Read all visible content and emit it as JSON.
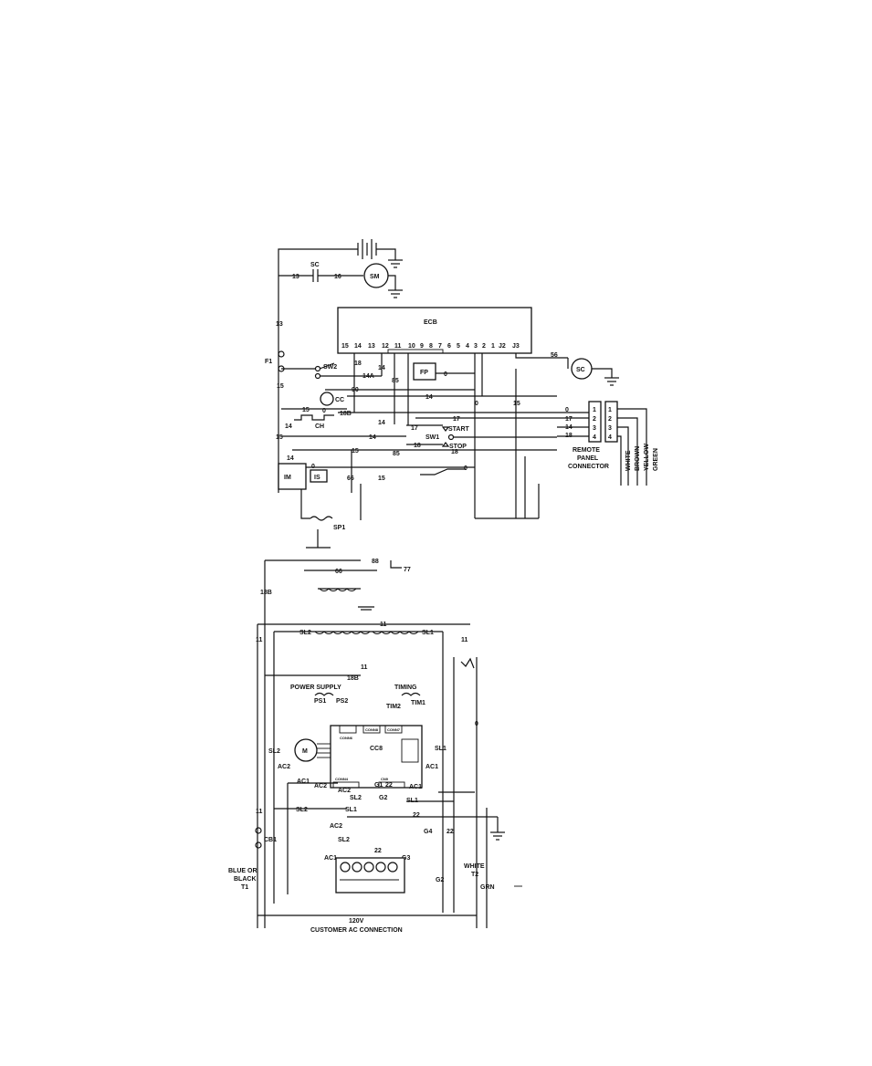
{
  "ecb": {
    "title": "ECB",
    "terminals": [
      "15",
      "14",
      "13",
      "12",
      "11",
      "10",
      "9",
      "8",
      "7",
      "6",
      "5",
      "4",
      "3",
      "2",
      "1",
      "J2",
      "J3"
    ]
  },
  "components": {
    "sc_top": "SC",
    "sm": "SM",
    "sc_right": "SC",
    "fp": "FP",
    "f1": "F1",
    "sw2": "SW2",
    "cc": "CC",
    "ch": "CH",
    "im": "IM",
    "is": "IS",
    "sp1": "SP1",
    "sw1": "SW1",
    "start": "START",
    "stop": "STOP",
    "cb1": "CB1",
    "m": "M",
    "ccb": "CC8",
    "power_supply": "POWER SUPPLY",
    "timing": "TIMING",
    "ps1": "PS1",
    "ps2": "PS2",
    "tim1": "TIM1",
    "tim2": "TIM2"
  },
  "wires": {
    "w13a": "13",
    "w16": "16",
    "w13b": "13",
    "w56": "56",
    "w15a": "15",
    "w18": "18",
    "w14a": "14",
    "w14A": "14A",
    "w85a": "85",
    "w0fp": "0",
    "w90": "90",
    "w14b": "14",
    "w0b": "0",
    "w15b": "15",
    "w15c": "15",
    "w0c": "0",
    "w18B": "18B",
    "w14c": "14",
    "w14d": "14",
    "w17a": "17",
    "w17b": "17",
    "w15d": "15",
    "w14e": "14",
    "w18a": "18",
    "w18b": "18",
    "w15e": "15",
    "w85b": "85",
    "w14f": "14",
    "w0d": "0",
    "w66": "66",
    "w15f": "15",
    "w0e": "0",
    "w88": "88",
    "w66b": "66",
    "w77": "77",
    "w18Bb": "18B",
    "r0": "0",
    "r17": "17",
    "r14": "14",
    "r18": "18"
  },
  "connector": {
    "pins_left": [
      "1",
      "2",
      "3",
      "4"
    ],
    "pins_right": [
      "1",
      "2",
      "3",
      "4"
    ],
    "label": [
      "REMOTE",
      "PANEL",
      "CONNECTOR"
    ],
    "colors": [
      "WHITE",
      "BROWN",
      "YELLOW",
      "GREEN"
    ]
  },
  "lower": {
    "w11a": "11",
    "w11b": "11",
    "w11c": "11",
    "sl2a": "SL2",
    "sl1a": "SL1",
    "w11d": "11",
    "w18Bc": "18B",
    "w11e": "11",
    "sl2b": "SL2",
    "sl1b": "SL1",
    "ac2a": "AC2",
    "ac1a": "AC1",
    "ac1b": "AC1",
    "ac2b": "AC2",
    "ac2c": "AC2",
    "g1": "G1",
    "w22a": "22",
    "ac1c": "AC1",
    "sl2c": "SL2",
    "g2a": "G2",
    "sl1c": "SL1",
    "sl2d": "SL2",
    "sl1d": "SL1",
    "w22b": "22",
    "ac2d": "AC2",
    "g4": "G4",
    "w22c": "22",
    "sl2e": "SL2",
    "w22d": "22",
    "ac1d": "AC1",
    "g3": "G3",
    "g2b": "G2",
    "w0r": "0",
    "w11f": "11",
    "blue": [
      "BLUE OR",
      "BLACK",
      "T1"
    ],
    "white": [
      "WHITE",
      "T2"
    ],
    "grn": "GRN",
    "v120": "120V",
    "customer": "CUSTOMER    AC CONNECTION",
    "conn_labels": [
      "CONN6",
      "CONN8",
      "CONN7",
      "CONN4",
      "CN9"
    ]
  }
}
